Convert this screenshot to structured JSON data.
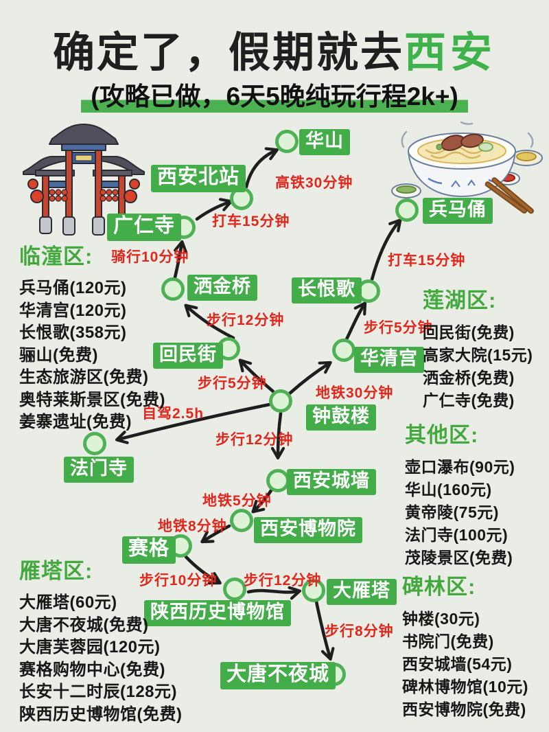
{
  "title": {
    "prefix": "确定了，假期就去",
    "highlight": "西安",
    "subtitle": "(攻略已做，6天5晚纯玩行程2k+)"
  },
  "colors": {
    "background": "#e9ede5",
    "accent_green": "#43ad49",
    "node_ring_green": "#4fb156",
    "transit_red": "#e2261c",
    "text_black": "#1f1f1f"
  },
  "map": {
    "illustrations": [
      "paifang-gate",
      "noodle-bowl"
    ],
    "nodes": [
      {
        "id": "huashan",
        "label": "华山"
      },
      {
        "id": "xianbeizhan",
        "label": "西安北站"
      },
      {
        "id": "guangrensi",
        "label": "广仁寺"
      },
      {
        "id": "sajinqiao",
        "label": "洒金桥"
      },
      {
        "id": "huiminjie",
        "label": "回民街"
      },
      {
        "id": "zhonggulou",
        "label": "钟鼓楼"
      },
      {
        "id": "famensi",
        "label": "法门寺"
      },
      {
        "id": "changhenge",
        "label": "长恨歌"
      },
      {
        "id": "huaqinggong",
        "label": "华清宫"
      },
      {
        "id": "bingmayong",
        "label": "兵马俑"
      },
      {
        "id": "xianchengqiang",
        "label": "西安城墙"
      },
      {
        "id": "xianbowuyuan",
        "label": "西安博物院"
      },
      {
        "id": "saige",
        "label": "赛格"
      },
      {
        "id": "shanxilishibowuguan",
        "label": "陕西历史博物馆"
      },
      {
        "id": "dayanta",
        "label": "大雁塔"
      },
      {
        "id": "datangbuyecheng",
        "label": "大唐不夜城"
      }
    ],
    "transits": [
      "高铁30分钟",
      "打车15分钟",
      "骑行10分钟",
      "步行12分钟",
      "步行5分钟",
      "打车15分钟",
      "步行5分钟",
      "地铁30分钟",
      "自驾2.5h",
      "步行12分钟",
      "地铁5分钟",
      "地铁8分钟",
      "步行10分钟",
      "步行12分钟",
      "步行8分钟"
    ]
  },
  "districts": [
    {
      "name": "临潼区:",
      "items": [
        "兵马俑(120元)",
        "华清宫(120元)",
        "长恨歌(358元)",
        "骊山(免费)",
        "生态旅游区(免费)",
        "奥特莱斯景区(免费)",
        "姜寨遗址(免费)"
      ]
    },
    {
      "name": "莲湖区:",
      "items": [
        "回民街(免费)",
        "高家大院(15元)",
        "洒金桥(免费)",
        "广仁寺(免费)"
      ]
    },
    {
      "name": "其他区:",
      "items": [
        "壶口瀑布(90元)",
        "华山(160元)",
        "黄帝陵(75元)",
        "法门寺(100元)",
        "茂陵景区(免费)"
      ]
    },
    {
      "name": "雁塔区:",
      "items": [
        "大雁塔(60元)",
        "大唐不夜城(免费)",
        "大唐芙蓉园(120元)",
        "赛格购物中心(免费)",
        "长安十二时辰(128元)",
        "陕西历史博物馆(免费)"
      ]
    },
    {
      "name": "碑林区:",
      "items": [
        "钟楼(30元)",
        "书院门(免费)",
        "西安城墙(54元)",
        "碑林博物馆(10元)",
        "西安博物院(免费)"
      ]
    }
  ]
}
